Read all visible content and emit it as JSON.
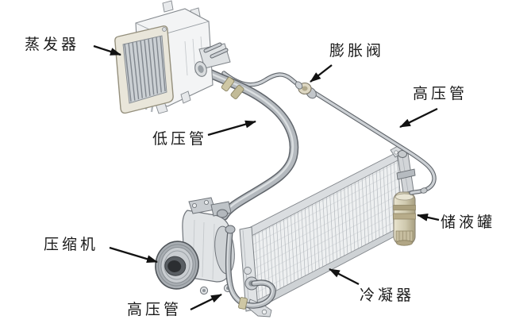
{
  "diagram": {
    "background": "#ffffff",
    "text_color": "#1b1b1b",
    "arrow_color": "#121212",
    "line_color": "#6f747a",
    "metal_light": "#eef0f1",
    "metal_mid": "#c6cacd",
    "hose_color": "#b4b9be",
    "clamp_color": "#cec7a4",
    "tank_color": "#d3cbac",
    "labels": [
      {
        "id": "evaporator",
        "text": "蒸发器"
      },
      {
        "id": "expansion-valve",
        "text": "膨胀阀"
      },
      {
        "id": "high-pressure-pipe-upper",
        "text": "高压管"
      },
      {
        "id": "low-pressure-pipe",
        "text": "低压管"
      },
      {
        "id": "compressor",
        "text": "压缩机"
      },
      {
        "id": "high-pressure-pipe-lower",
        "text": "高压管"
      },
      {
        "id": "condenser",
        "text": "冷凝器"
      },
      {
        "id": "receiver-drier",
        "text": "储液罐"
      }
    ]
  }
}
